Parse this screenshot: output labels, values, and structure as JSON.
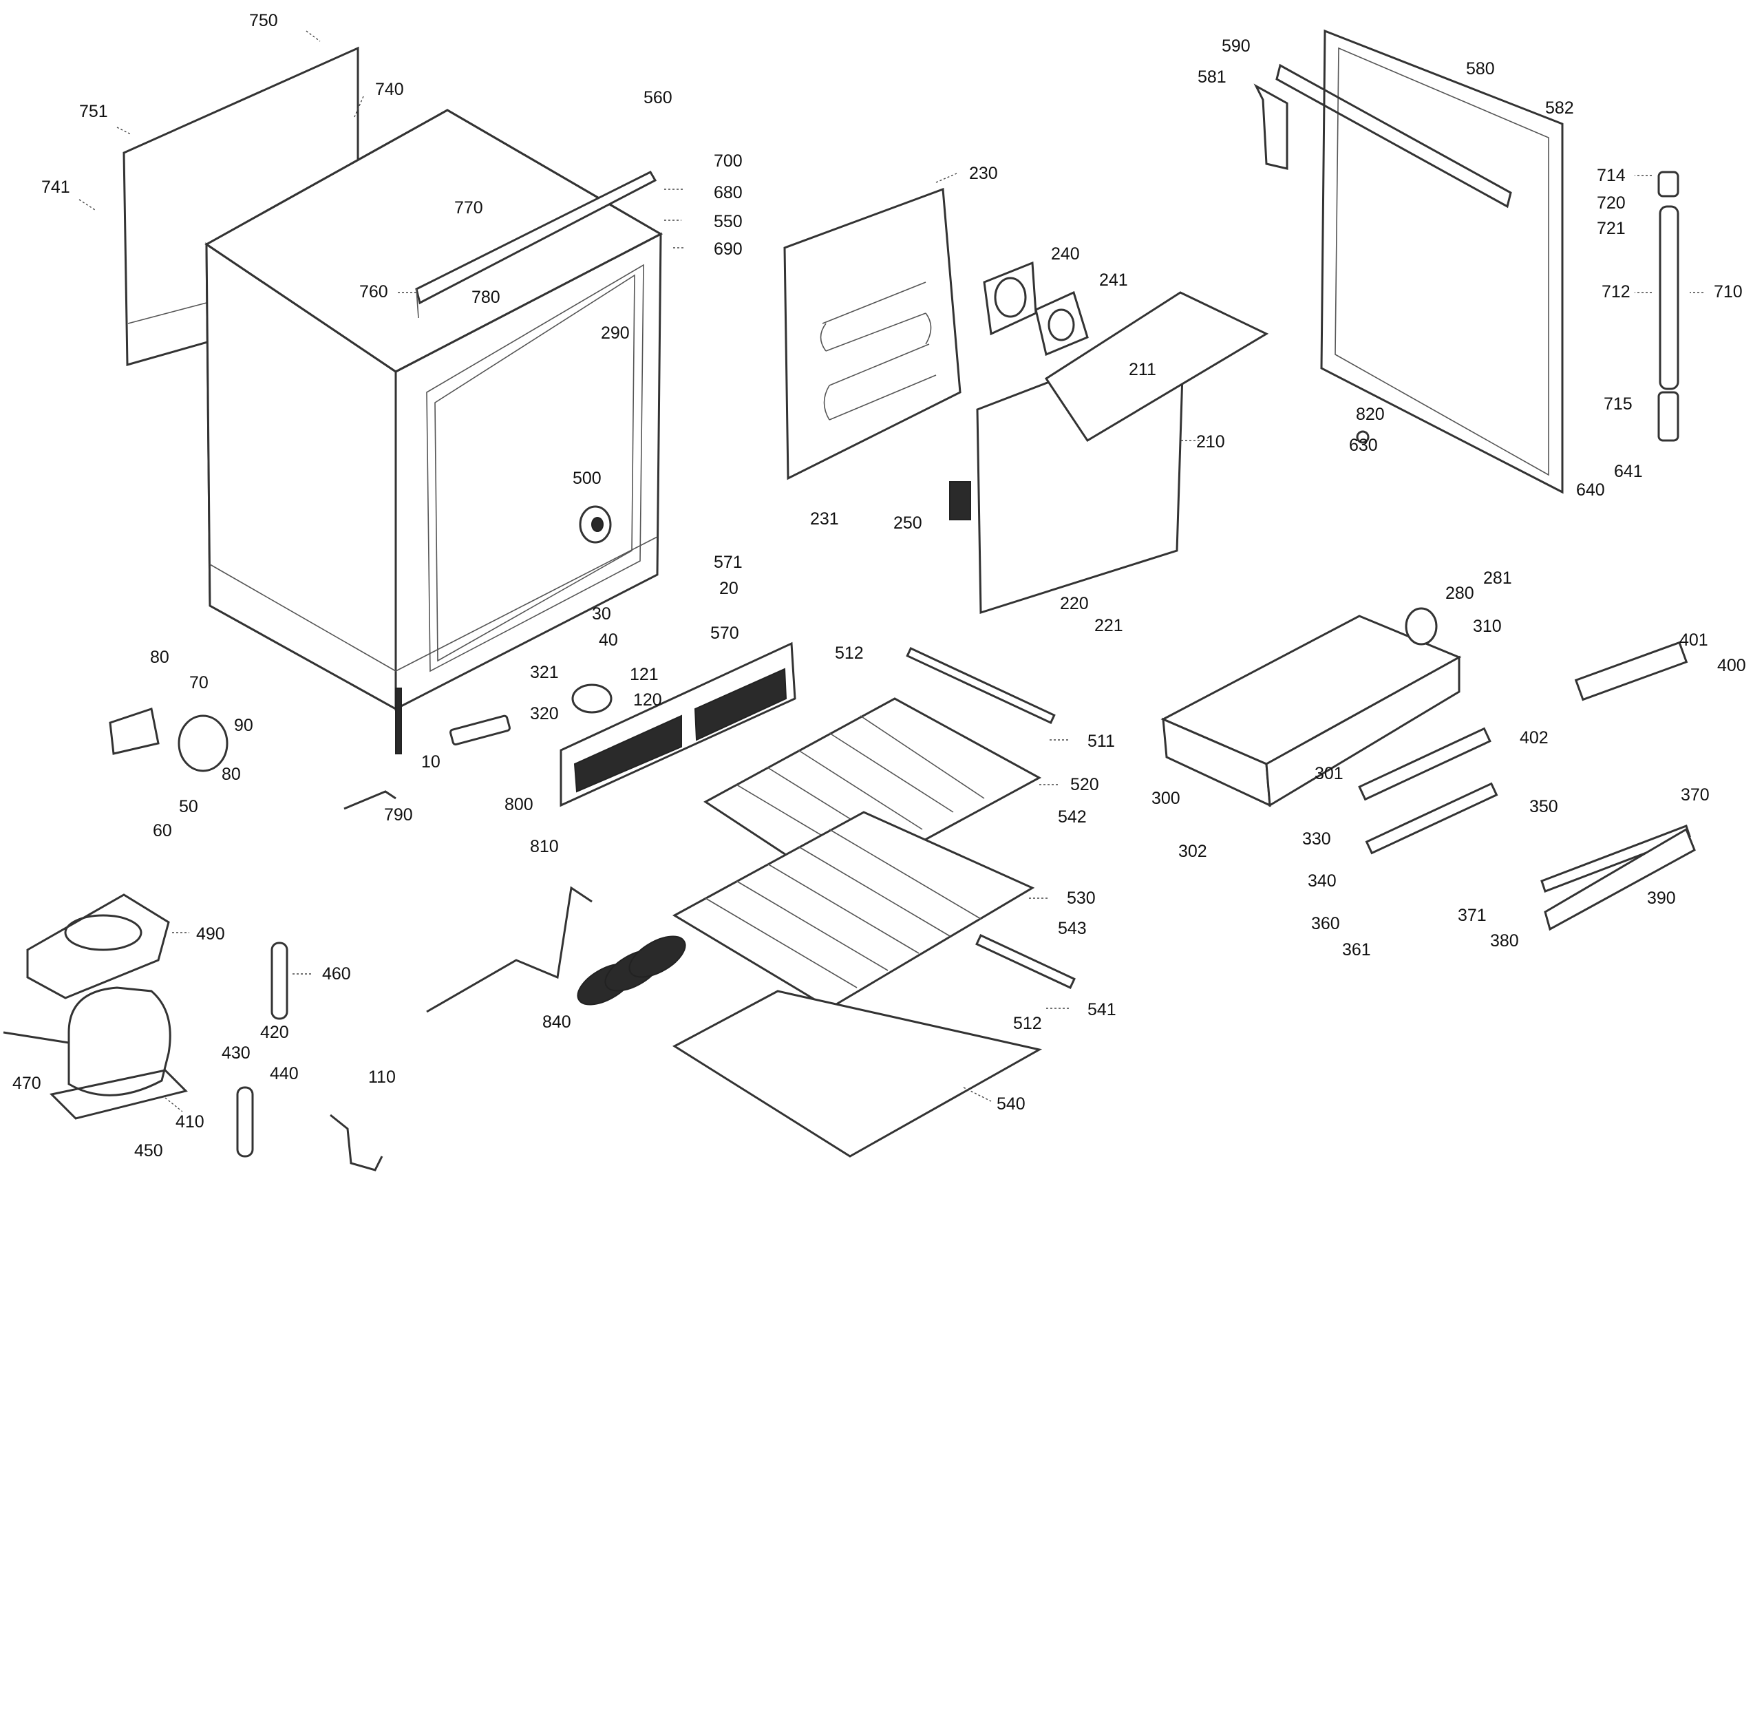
{
  "part_labels": [
    "750",
    "740",
    "751",
    "741",
    "560",
    "700",
    "680",
    "770",
    "550",
    "690",
    "760",
    "780",
    "290",
    "500",
    "571",
    "20",
    "30",
    "40",
    "570",
    "80",
    "70",
    "90",
    "80",
    "50",
    "60",
    "10",
    "790",
    "321",
    "320",
    "121",
    "120",
    "800",
    "810",
    "230",
    "240",
    "241",
    "211",
    "210",
    "231",
    "250",
    "220",
    "221",
    "590",
    "581",
    "580",
    "582",
    "714",
    "720",
    "721",
    "712",
    "710",
    "715",
    "820",
    "630",
    "640",
    "641",
    "281",
    "280",
    "310",
    "300",
    "301",
    "302",
    "401",
    "400",
    "402",
    "330",
    "350",
    "340",
    "360",
    "361",
    "370",
    "371",
    "390",
    "380",
    "512",
    "511",
    "520",
    "542",
    "530",
    "543",
    "541",
    "512",
    "540",
    "840",
    "490",
    "460",
    "420",
    "430",
    "410",
    "470",
    "440",
    "450",
    "110"
  ]
}
